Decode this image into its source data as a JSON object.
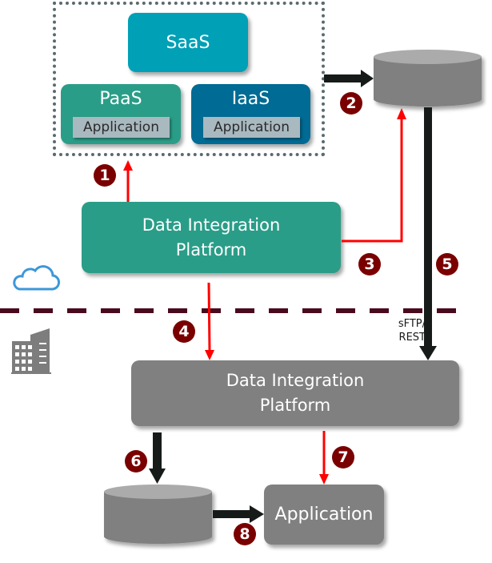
{
  "diagram": {
    "cloud_region": {
      "tiers": {
        "saas": {
          "label": "SaaS",
          "color": "#00a0b6"
        },
        "paas": {
          "label": "PaaS",
          "app_label": "Application",
          "color": "#2a9d88"
        },
        "iaas": {
          "label": "IaaS",
          "app_label": "Application",
          "color": "#006b94"
        }
      },
      "integration_platform": {
        "line1": "Data Integration",
        "line2": "Platform",
        "color": "#2a9d88"
      },
      "icon": "cloud-icon"
    },
    "on_premise_region": {
      "integration_platform": {
        "line1": "Data Integration",
        "line2": "Platform",
        "color": "#808080"
      },
      "application": {
        "label": "Application"
      },
      "icon": "building-icon"
    },
    "boundary_line_color": "#4a0a1e",
    "protocol_label": {
      "line1": "sFTP/",
      "line2": "REST"
    },
    "steps": [
      "1",
      "2",
      "3",
      "4",
      "5",
      "6",
      "7",
      "8"
    ],
    "colors": {
      "badge": "#7a0000",
      "realtime_arrow": "#ff0000",
      "batch_arrow": "#161b1a",
      "database": "#808080",
      "database_top": "#ababab"
    },
    "connections": [
      {
        "step": "1",
        "from": "cloud-integration-platform",
        "to": "cloud-services",
        "type": "realtime"
      },
      {
        "step": "2",
        "from": "cloud-services",
        "to": "cloud-database",
        "type": "batch"
      },
      {
        "step": "3",
        "from": "cloud-integration-platform",
        "to": "cloud-database",
        "type": "realtime"
      },
      {
        "step": "4",
        "from": "cloud-integration-platform",
        "to": "onprem-integration-platform",
        "type": "realtime"
      },
      {
        "step": "5",
        "from": "cloud-database",
        "to": "onprem-integration-platform",
        "type": "batch"
      },
      {
        "step": "6",
        "from": "onprem-integration-platform",
        "to": "onprem-database",
        "type": "batch"
      },
      {
        "step": "7",
        "from": "onprem-integration-platform",
        "to": "onprem-application",
        "type": "realtime"
      },
      {
        "step": "8",
        "from": "onprem-database",
        "to": "onprem-application",
        "type": "batch"
      }
    ]
  }
}
